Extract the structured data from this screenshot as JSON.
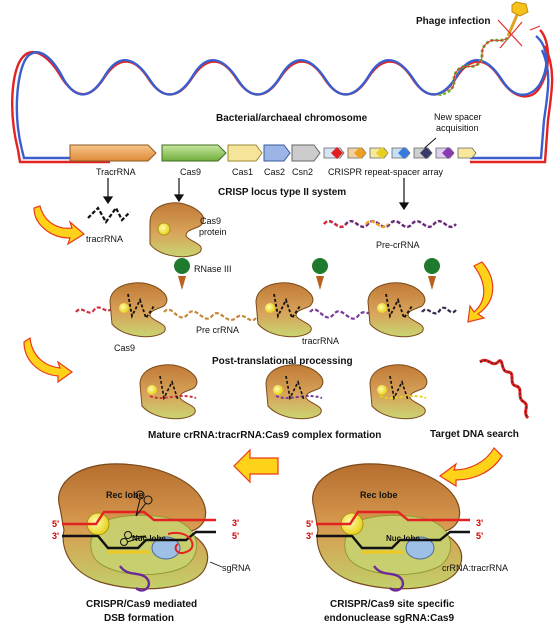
{
  "labels": {
    "phage_infection": "Phage infection",
    "chromosome": "Bacterial/archaeal chromosome",
    "new_spacer_line1": "New spacer",
    "new_spacer_line2": "acquisition",
    "locus_title": "CRISP locus type II system",
    "tracrrna_gene": "TracrRNA",
    "cas9_gene": "Cas9",
    "cas1": "Cas1",
    "cas2": "Cas2",
    "csn2": "Csn2",
    "crispr_array": "CRISPR repeat-spacer array",
    "tracrrna": "tracrRNA",
    "cas9_protein_line1": "Cas9",
    "cas9_protein_line2": "protein",
    "pre_crrna": "Pre-crRNA",
    "rnase3": "RNase III",
    "cas9_small": "Cas9",
    "pre_crrna2": "Pre crRNA",
    "tracrrna2": "tracrRNA",
    "post_translational": "Post-translational processing",
    "mature_complex": "Mature crRNA:tracrRNA:Cas9 complex formation",
    "target_search": "Target DNA search",
    "rec_lobe": "Rec lobe",
    "nuc_lobe": "Nuc lobe",
    "five_prime": "5'",
    "three_prime": "3'",
    "sgrna": "sgRNA",
    "crrna_tracrrna": "crRNA:tracrRNA",
    "left_caption_line1": "CRISPR/Cas9 mediated",
    "left_caption_line2": "DSB formation",
    "right_caption_line1": "CRISPR/Cas9 site specific",
    "right_caption_line2": "endonuclease sgRNA:Cas9"
  },
  "colors": {
    "dna_red": "#e32222",
    "dna_blue": "#3a5fcd",
    "cas9_body": "#cc8a3a",
    "cas9_light": "#d9b46a",
    "arrow_fill": "#ffd21a",
    "arrow_stroke": "#e83a1a",
    "rnase_green": "#1f7a2e"
  }
}
